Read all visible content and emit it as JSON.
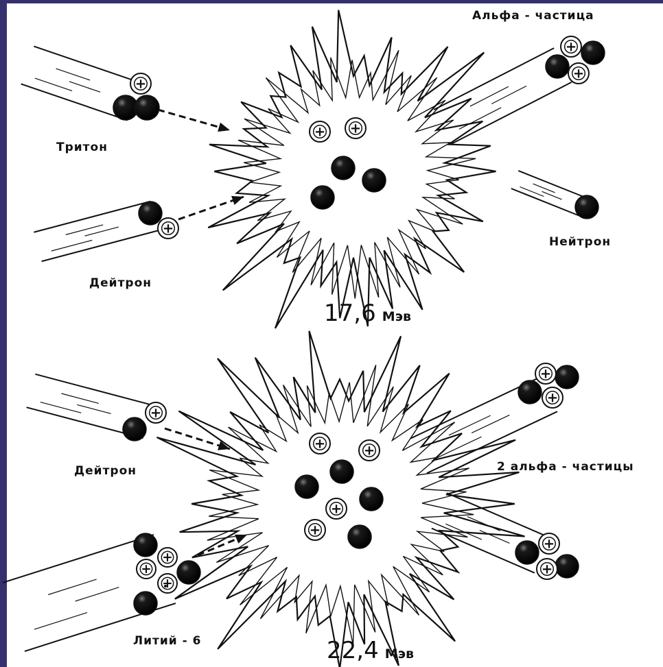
{
  "colors": {
    "slide_background": "#35306e",
    "figure_background": "#ffffff",
    "ink": "#111111"
  },
  "reaction_1": {
    "labels": {
      "triton": "Тритон",
      "deuteron": "Дейтрон",
      "alpha": "Альфа - частица",
      "neutron": "Нейтрон"
    },
    "energy": {
      "value": "17,6",
      "unit": "Мэв"
    }
  },
  "reaction_2": {
    "labels": {
      "deuteron": "Дейтрон",
      "lithium": "Литий - 6",
      "alphas": "2 альфа - частицы"
    },
    "energy": {
      "value": "22,4",
      "unit": "Мэв"
    }
  },
  "symbols": {
    "proton_sign": "+"
  }
}
